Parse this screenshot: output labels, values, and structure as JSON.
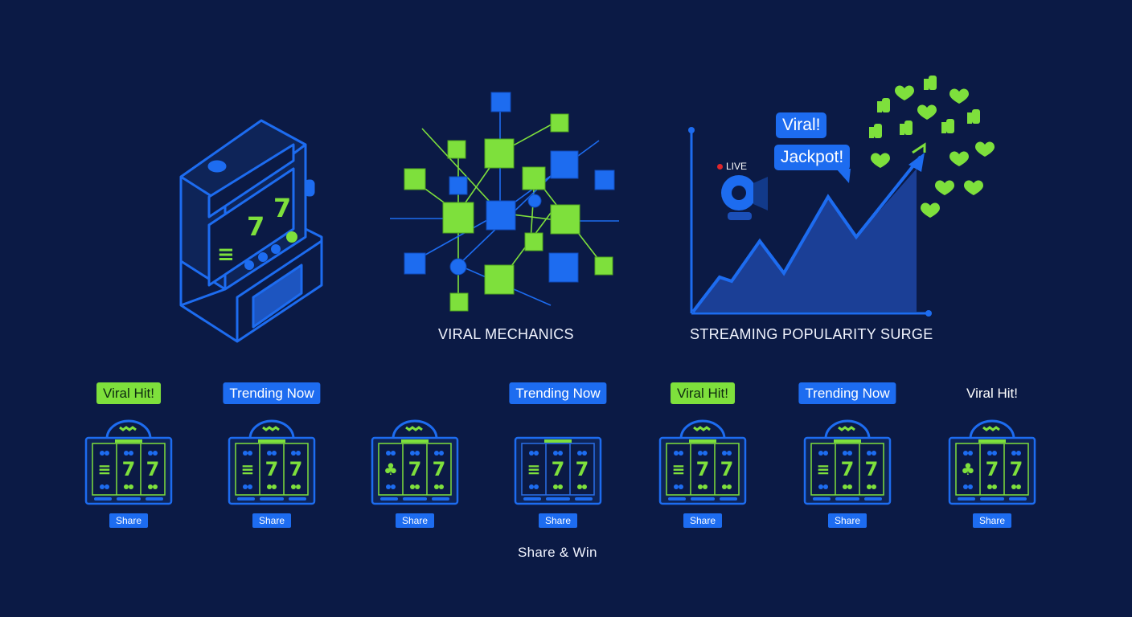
{
  "sections": {
    "viral_mechanics_caption": "VIRAL MECHANICS",
    "streaming_caption": "STREAMING POPULARITY SURGE"
  },
  "bubbles": {
    "viral": "Viral!",
    "jackpot": "Jackpot!",
    "live": "LIVE"
  },
  "machines": [
    {
      "tag": "Viral Hit!",
      "tag_style": "green",
      "share": "Share"
    },
    {
      "tag": "Trending Now",
      "tag_style": "blue",
      "share": "Share"
    },
    {
      "tag": "",
      "tag_style": "none",
      "share": "Share"
    },
    {
      "tag": "Trending Now",
      "tag_style": "blue",
      "share": "Share"
    },
    {
      "tag": "Viral Hit!",
      "tag_style": "green",
      "share": "Share"
    },
    {
      "tag": "Trending Now",
      "tag_style": "blue",
      "share": "Share"
    },
    {
      "tag": "Viral Hit!",
      "tag_style": "plain",
      "share": "Share"
    }
  ],
  "footer": {
    "label": "Share & Win"
  },
  "colors": {
    "background": "#0b1a45",
    "blue": "#1d6cf0",
    "green": "#7ee03c"
  }
}
